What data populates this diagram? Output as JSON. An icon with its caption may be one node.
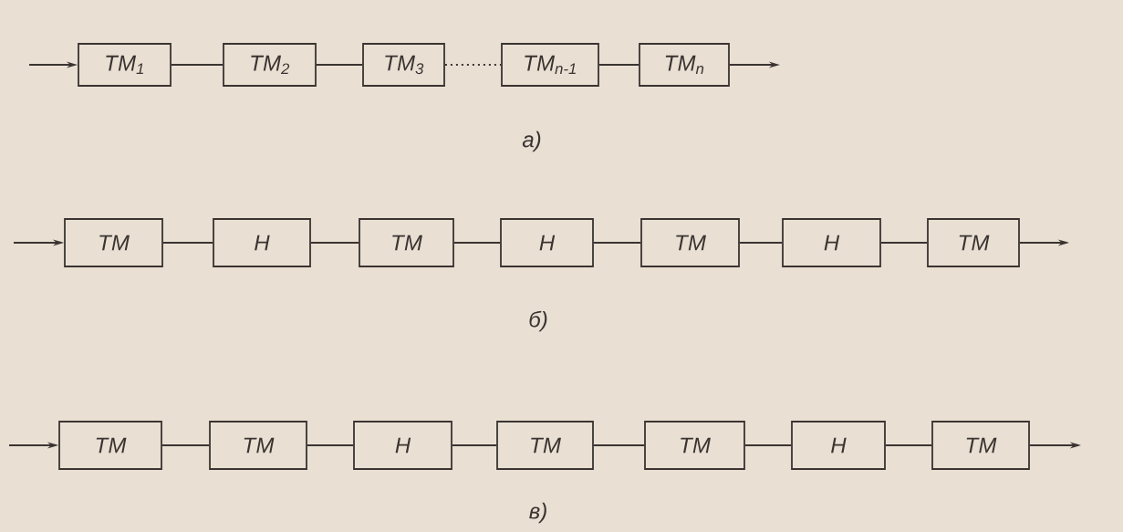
{
  "diagram": {
    "nodes": [
      {
        "text": [
          "ТМ$_{1}$"
        ]
      },
      {
        "text": [
          "ТМ$_{2}$"
        ]
      },
      {
        "text": [
          "ТМ$_{3}$"
        ]
      },
      {
        "text": [
          "ТМ$_{n-1}$"
        ]
      },
      {
        "text": [
          "ТМ$_{n}$"
        ]
      },
      {
        "text": [
          "ТМ"
        ]
      },
      {
        "text": [
          "Н"
        ]
      },
      {
        "text": [
          "ТМ"
        ]
      },
      {
        "text": [
          "Н"
        ]
      },
      {
        "text": [
          "ТМ"
        ]
      },
      {
        "text": [
          "Н"
        ]
      },
      {
        "text": [
          "ТМ"
        ]
      },
      {
        "text": [
          "ТМ"
        ]
      },
      {
        "text": [
          "ТМ"
        ]
      },
      {
        "text": [
          "Н"
        ]
      },
      {
        "text": [
          "ТМ"
        ]
      },
      {
        "text": [
          "ТМ"
        ]
      },
      {
        "text": [
          "Н"
        ]
      },
      {
        "text": [
          "ТМ"
        ]
      }
    ],
    "edges": [
      {
        "from": null,
        "to": 0,
        "arrow": "to"
      },
      {
        "from": 0,
        "to": 1,
        "arrow": "none"
      },
      {
        "from": 1,
        "to": 2,
        "arrow": "none"
      },
      {
        "from": 2,
        "to": 3,
        "arrow": "none",
        "style": "dashed"
      },
      {
        "from": 3,
        "to": 4,
        "arrow": "none"
      },
      {
        "from": 4,
        "to": null,
        "arrow": "to"
      },
      {
        "from": null,
        "to": 5,
        "arrow": "to"
      },
      {
        "from": 5,
        "to": 6,
        "arrow": "none"
      },
      {
        "from": 6,
        "to": 7,
        "arrow": "none"
      },
      {
        "from": 7,
        "to": 8,
        "arrow": "none"
      },
      {
        "from": 8,
        "to": 9,
        "arrow": "none"
      },
      {
        "from": 9,
        "to": 10,
        "arrow": "none"
      },
      {
        "from": 10,
        "to": 11,
        "arrow": "none"
      },
      {
        "from": 11,
        "to": null,
        "arrow": "to"
      },
      {
        "from": null,
        "to": 12,
        "arrow": "to"
      },
      {
        "from": 12,
        "to": 13,
        "arrow": "none"
      },
      {
        "from": 13,
        "to": 14,
        "arrow": "none"
      },
      {
        "from": 14,
        "to": 15,
        "arrow": "none"
      },
      {
        "from": 15,
        "to": 16,
        "arrow": "none"
      },
      {
        "from": 16,
        "to": 17,
        "arrow": "none"
      },
      {
        "from": 17,
        "to": 18,
        "arrow": "none"
      },
      {
        "from": 18,
        "to": null,
        "arrow": "to"
      }
    ],
    "labels": [
      "а)",
      "б)",
      "в)"
    ]
  }
}
